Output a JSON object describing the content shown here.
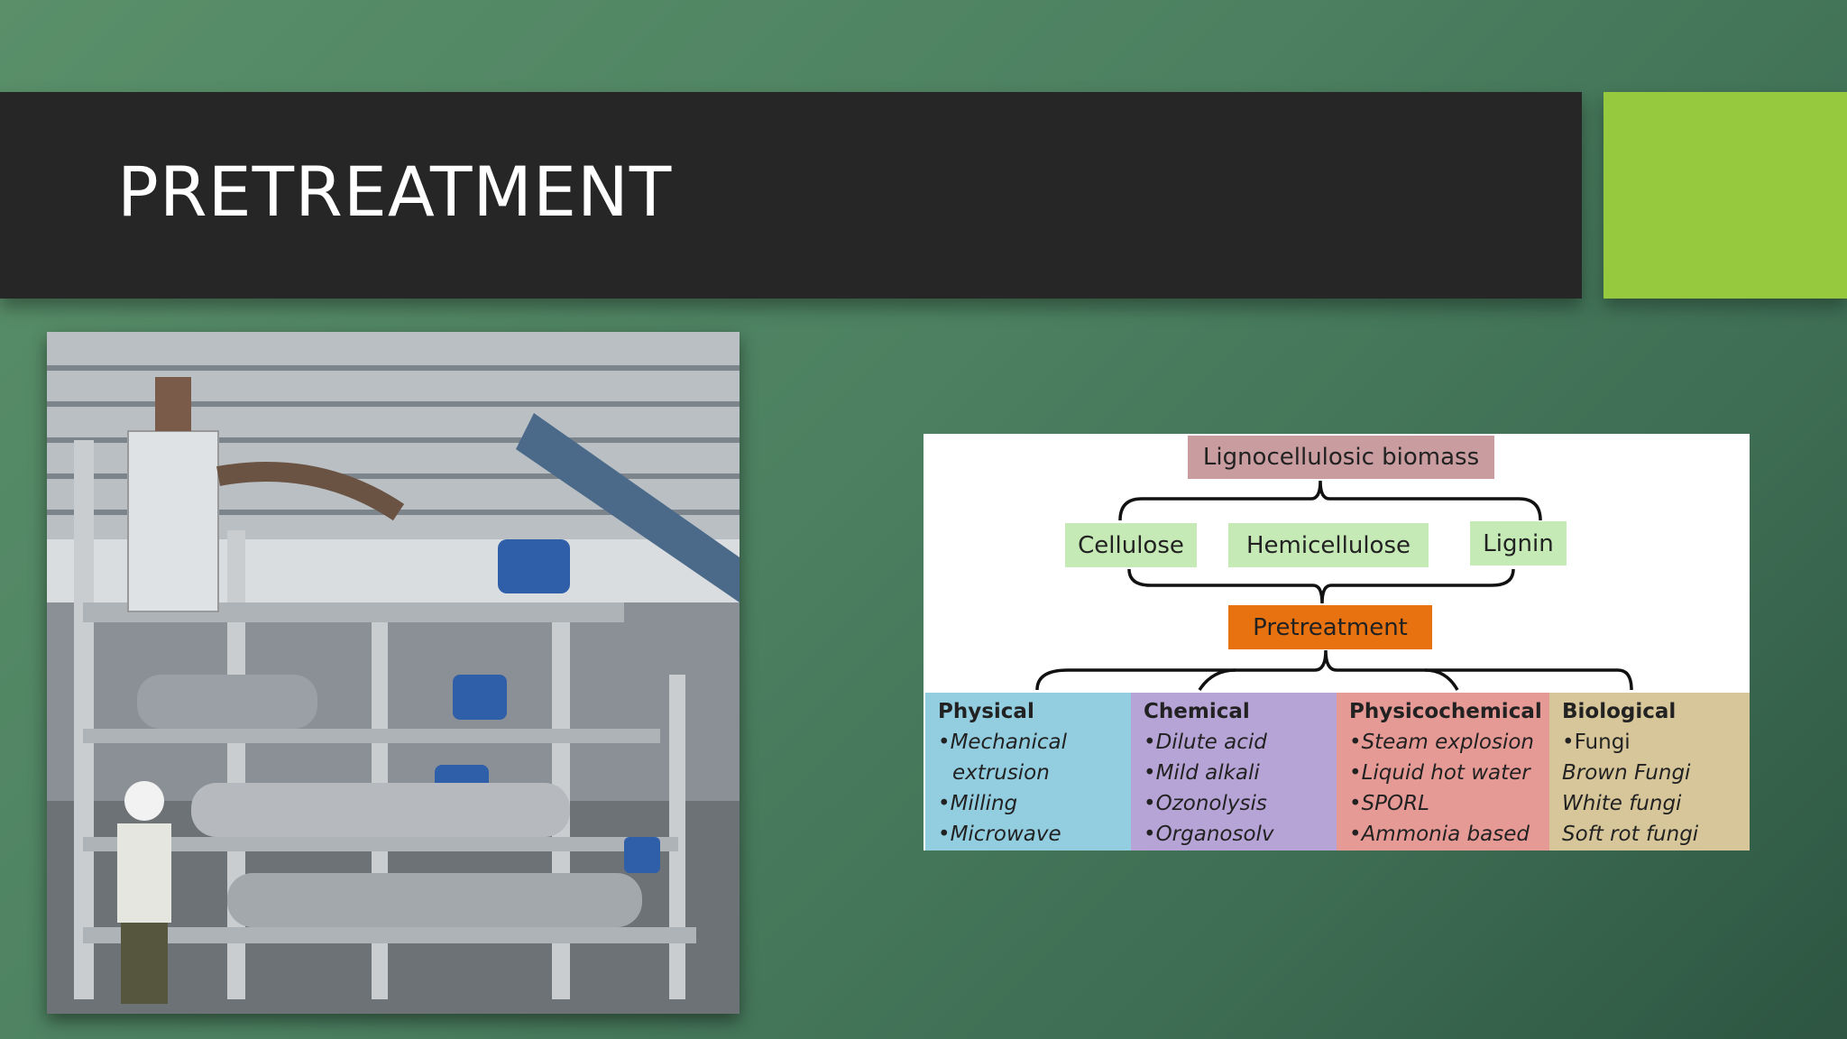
{
  "slide": {
    "title": "PRETREATMENT",
    "colors": {
      "title_bar": "#262626",
      "accent": "#96c93d"
    }
  },
  "photo": {
    "description_icon": "industrial-pretreatment-plant-photo"
  },
  "diagram": {
    "root": "Lignocellulosic biomass",
    "components": [
      "Cellulose",
      "Hemicellulose",
      "Lignin"
    ],
    "process": "Pretreatment",
    "categories": [
      {
        "name": "Physical",
        "color": "#92cde0",
        "items": [
          "•Mechanical",
          "extrusion",
          "•Milling",
          "•Microwave"
        ]
      },
      {
        "name": "Chemical",
        "color": "#b7a4d6",
        "items": [
          "•Dilute acid",
          "•Mild alkali",
          "•Ozonolysis",
          "•Organosolv"
        ]
      },
      {
        "name": "Physicochemical",
        "color": "#e69a95",
        "items": [
          "•Steam explosion",
          "•Liquid hot water",
          "•SPORL",
          "•Ammonia based"
        ]
      },
      {
        "name": "Biological",
        "color": "#d6c69a",
        "items": [
          "•Fungi",
          "Brown Fungi",
          "White fungi",
          "Soft rot fungi"
        ]
      }
    ]
  }
}
